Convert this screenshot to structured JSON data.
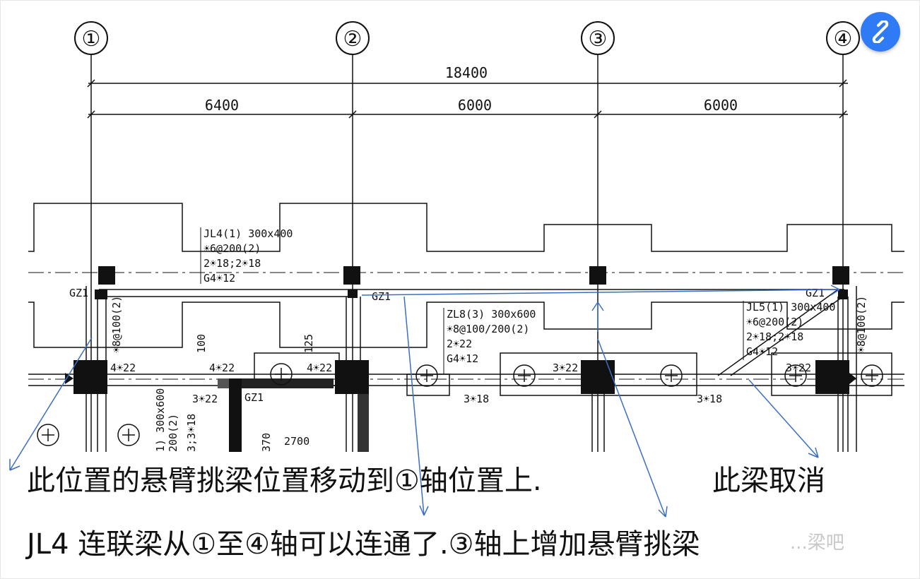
{
  "axes": [
    "①",
    "②",
    "③",
    "④"
  ],
  "dimensions": {
    "total": "18400",
    "spans": [
      "6400",
      "6000",
      "6000"
    ]
  },
  "beams": {
    "jl4": [
      "JL4(1) 300x400",
      "☀6@200(2)",
      "2☀18;2☀18",
      "G4☀12"
    ],
    "zl8": [
      "ZL8(3) 300x600",
      "☀8@100/200(2)",
      "2☀22",
      "G4☀12"
    ],
    "jl5": [
      "JL5(1) 300x400",
      "☀6@200(2)",
      "2☀18;2☀18",
      "G4☀12"
    ]
  },
  "labels": {
    "gz1": "GZ1",
    "v_stirrup": "☀8@100(2)",
    "bar_4_22": "4☀22",
    "bar_3_22": "3☀22",
    "bar_3_18": "3☀18",
    "dim_100": "100",
    "dim_125": "125",
    "dim_2700": "2700",
    "partial_beam": "1) 300x600",
    "partial_200": "200(2)",
    "partial_3_18": "3;3☀18",
    "partial_370": "370"
  },
  "captions": {
    "line1": "此位置的悬臂挑梁位置移动到①轴位置上.",
    "line1b": "此梁取消",
    "line2": "JL4 连联梁从①至④轴可以连通了.③轴上增加悬臂挑梁"
  },
  "watermark": "...梁吧",
  "colors": {
    "annotation": "#3b6fc4",
    "ink": "#111111",
    "share": "#2f7bf5"
  },
  "icons": {
    "share": "link-icon"
  }
}
